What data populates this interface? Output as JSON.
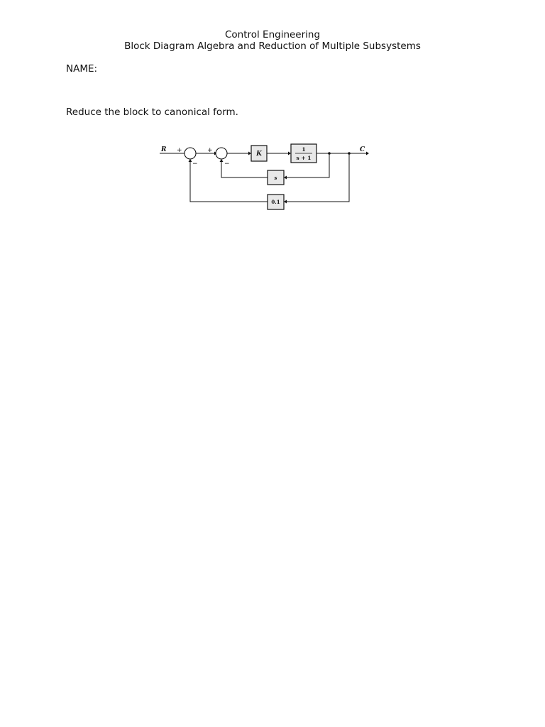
{
  "header": {
    "course": "Control Engineering",
    "topic": "Block Diagram Algebra and Reduction of Multiple Subsystems"
  },
  "form": {
    "name_label": "NAME:"
  },
  "question": {
    "text": "Reduce the block to canonical form."
  },
  "diagram": {
    "input_label": "R",
    "output_label": "C",
    "summing_junction_1": {
      "plus": "+",
      "minus": "−"
    },
    "summing_junction_2": {
      "plus": "+",
      "minus": "−"
    },
    "blocks": {
      "gain": "K",
      "plant_numerator": "1",
      "plant_denominator": "s + 1",
      "inner_feedback": "s",
      "outer_feedback": "0.1"
    }
  }
}
